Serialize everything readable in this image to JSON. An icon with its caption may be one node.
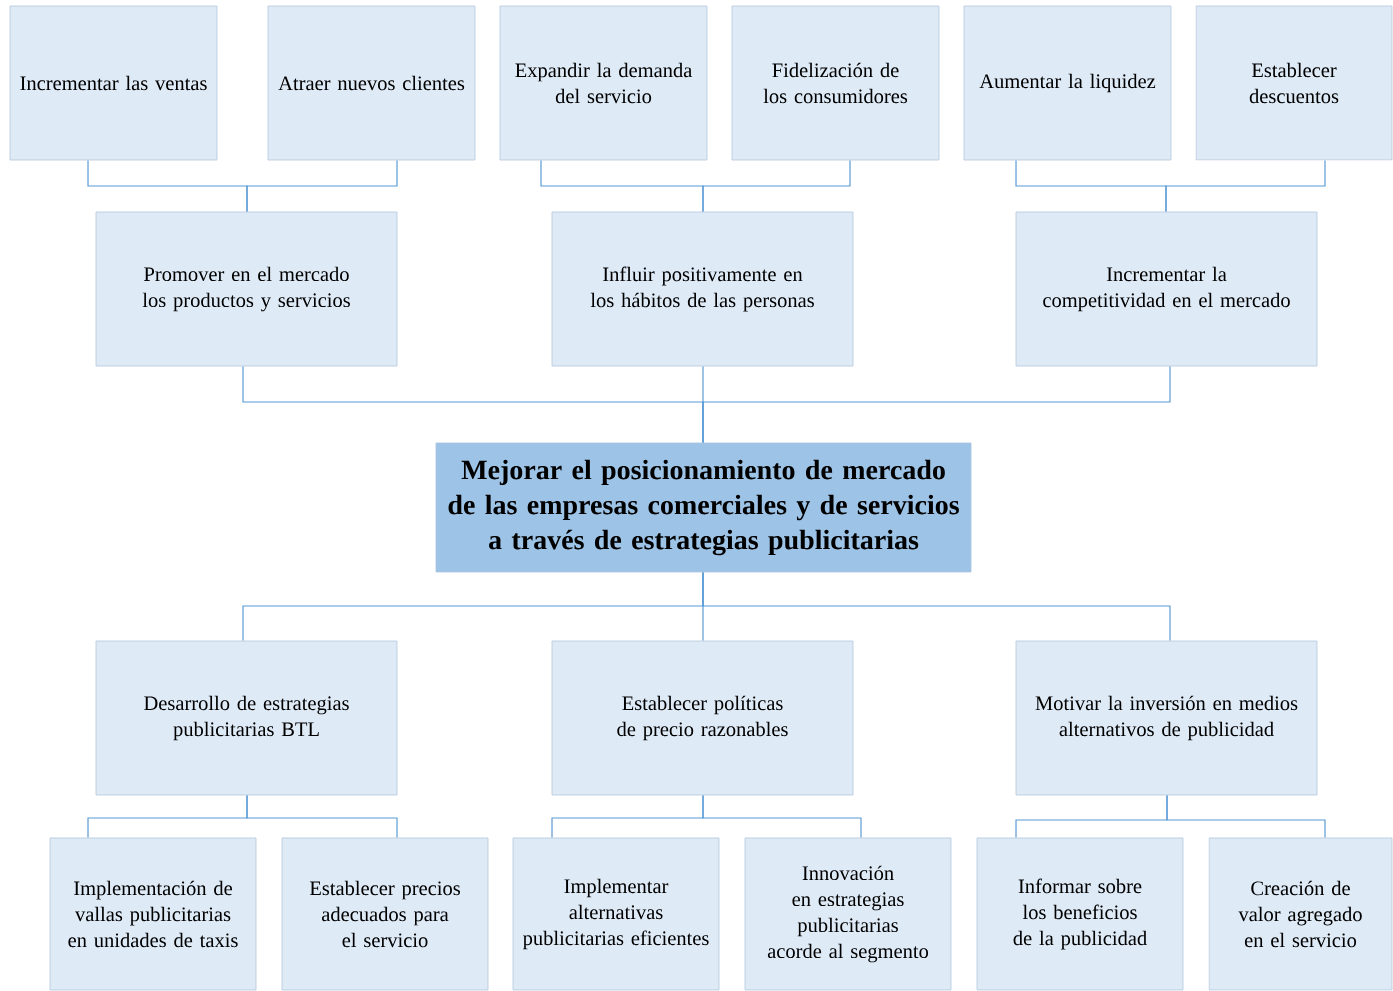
{
  "diagram": {
    "nodes": [
      {
        "text": [
          "Incrementar las ventas"
        ]
      },
      {
        "text": [
          "Atraer nuevos clientes"
        ]
      },
      {
        "text": [
          "Expandir la demanda del servicio"
        ]
      },
      {
        "text": [
          "Fidelización de los consumidores"
        ]
      },
      {
        "text": [
          "Aumentar la liquidez"
        ]
      },
      {
        "text": [
          "Establecer descuentos"
        ]
      },
      {
        "text": [
          "Promover en el mercado los productos y servicios"
        ]
      },
      {
        "text": [
          "Influir positivamente en los hábitos de las personas"
        ]
      },
      {
        "text": [
          "Incrementar la competitividad en el mercado"
        ]
      },
      {
        "text": [
          "Mejorar el posicionamiento de mercado de las empresas comerciales y de servicios a través de estrategias publicitarias"
        ]
      },
      {
        "text": [
          "Desarrollo de estrategias publicitarias BTL"
        ]
      },
      {
        "text": [
          "Establecer políticas de precio razonables"
        ]
      },
      {
        "text": [
          "Motivar la inversión en medios alternativos de publicidad"
        ]
      },
      {
        "text": [
          "Implementación de vallas publicitarias en unidades de taxis"
        ]
      },
      {
        "text": [
          "Establecer precios adecuados para el servicio"
        ]
      },
      {
        "text": [
          "Implementar alternativas publicitarias eficientes"
        ]
      },
      {
        "text": [
          "Innovación en estrategias publicitarias acorde al segmento"
        ]
      },
      {
        "text": [
          "Informar sobre los beneficios de la publicidad"
        ]
      },
      {
        "text": [
          "Creación de valor agregado en el servicio"
        ]
      }
    ],
    "edges": [
      {
        "from": 0,
        "to": 6,
        "arrow": "none"
      },
      {
        "from": 1,
        "to": 6,
        "arrow": "none"
      },
      {
        "from": 2,
        "to": 7,
        "arrow": "none"
      },
      {
        "from": 3,
        "to": 7,
        "arrow": "none"
      },
      {
        "from": 4,
        "to": 8,
        "arrow": "none"
      },
      {
        "from": 5,
        "to": 8,
        "arrow": "none"
      },
      {
        "from": 6,
        "to": 9,
        "arrow": "none"
      },
      {
        "from": 7,
        "to": 9,
        "arrow": "none"
      },
      {
        "from": 8,
        "to": 9,
        "arrow": "none"
      },
      {
        "from": 9,
        "to": 10,
        "arrow": "none"
      },
      {
        "from": 9,
        "to": 11,
        "arrow": "none"
      },
      {
        "from": 9,
        "to": 12,
        "arrow": "none"
      },
      {
        "from": 10,
        "to": 13,
        "arrow": "none"
      },
      {
        "from": 10,
        "to": 14,
        "arrow": "none"
      },
      {
        "from": 11,
        "to": 15,
        "arrow": "none"
      },
      {
        "from": 11,
        "to": 16,
        "arrow": "none"
      },
      {
        "from": 12,
        "to": 17,
        "arrow": "none"
      },
      {
        "from": 12,
        "to": 18,
        "arrow": "none"
      }
    ]
  }
}
